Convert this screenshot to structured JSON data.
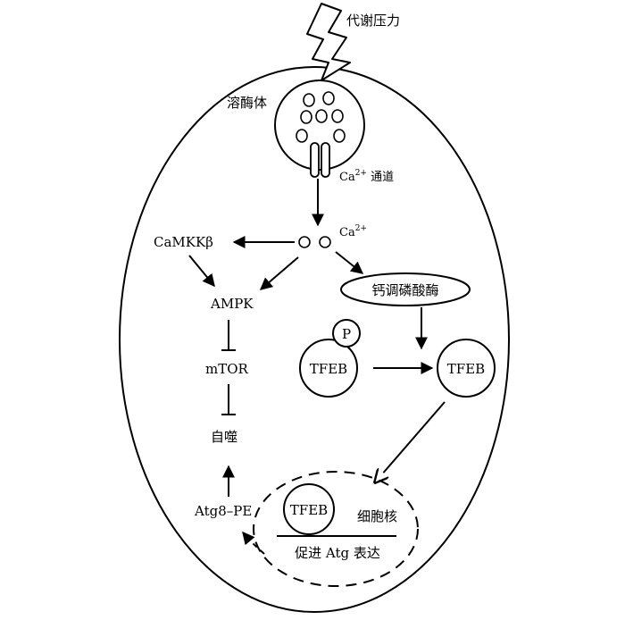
{
  "labels": {
    "metabolic_stress": "代谢压力",
    "lysosome": "溶酶体",
    "ca_channel_prefix": "Ca",
    "ca_channel_sup": "2+",
    "ca_channel_suffix": " 通道",
    "ca_ion": "Ca",
    "ca_ion_sup": "2+",
    "camkkb": "CaMKKβ",
    "ampk": "AMPK",
    "mtor": "mTOR",
    "autophagy": "自噬",
    "calcineurin": "钙调磷酸酶",
    "phosphate": "P",
    "tfeb_phos": "TFEB",
    "tfeb_active": "TFEB",
    "tfeb_nuclear": "TFEB",
    "nucleus": "细胞核",
    "promote_atg": "促进 Atg 表达",
    "atg8_pe": "Atg8–PE"
  }
}
